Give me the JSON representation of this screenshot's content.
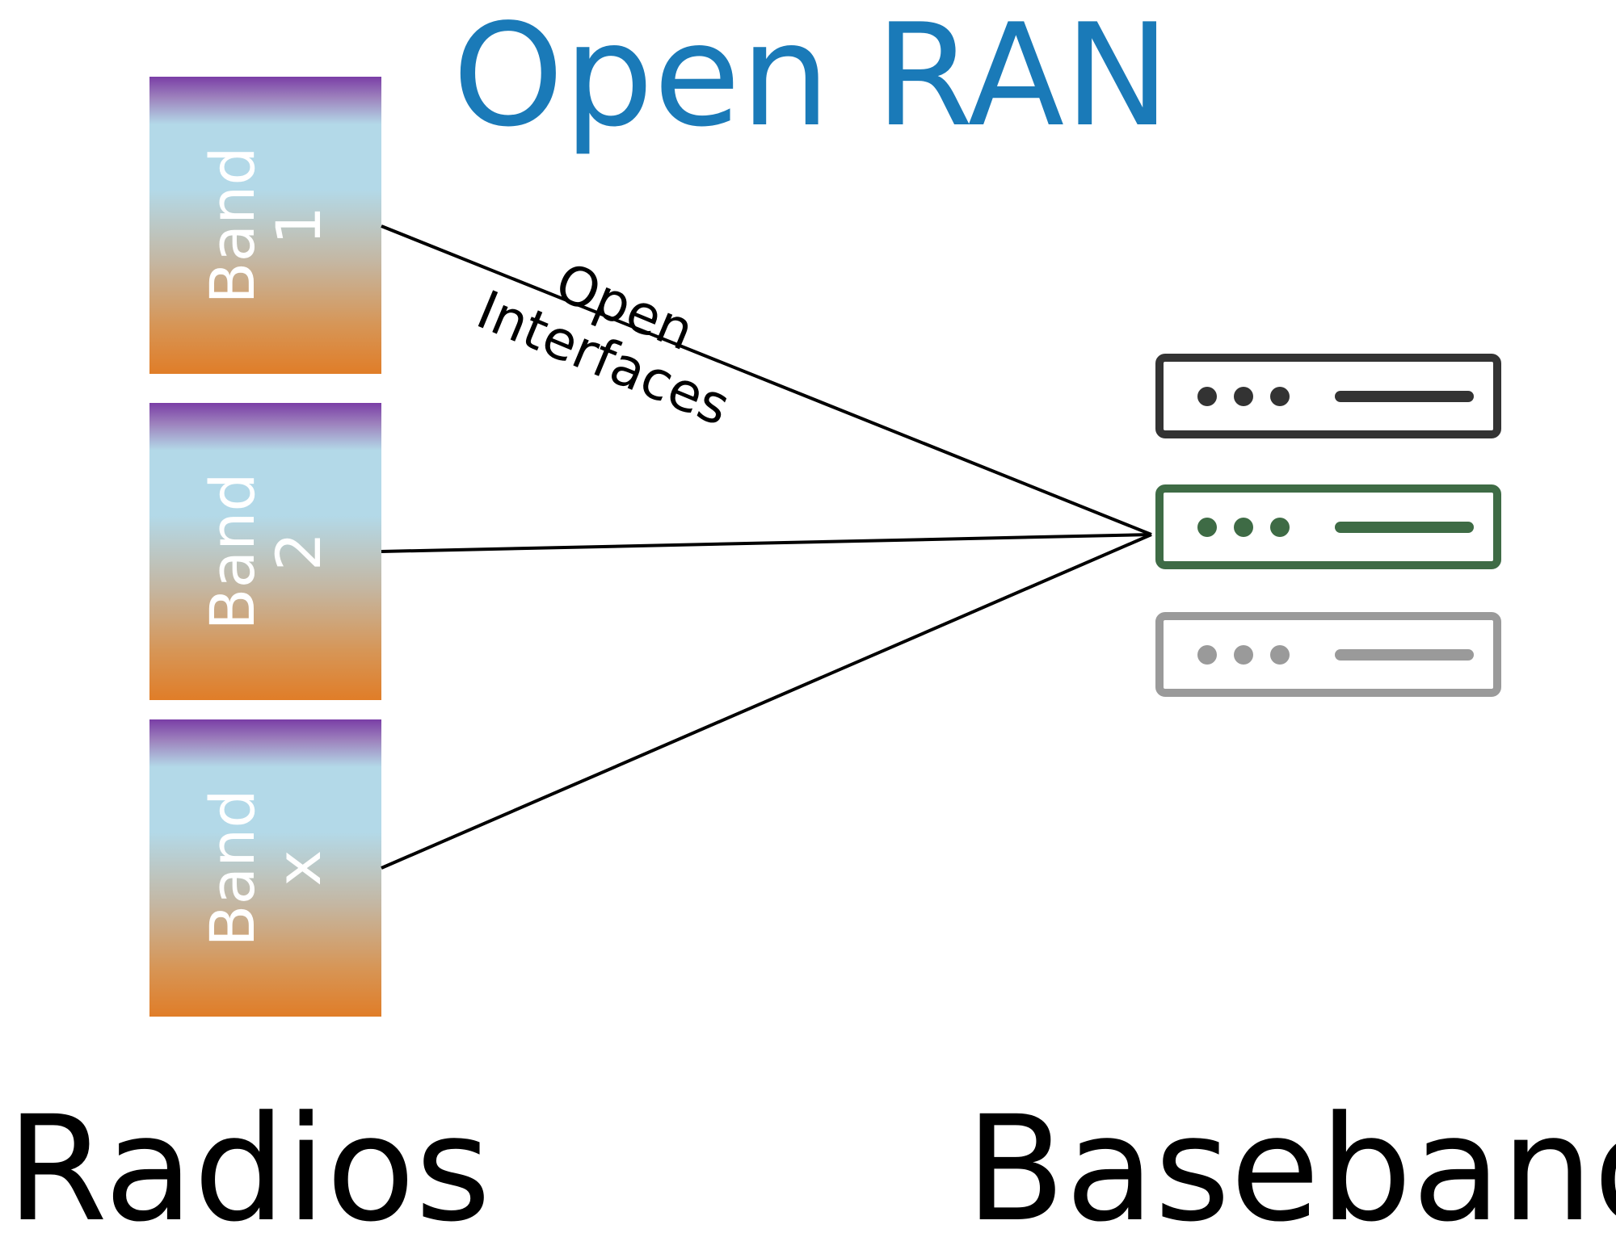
{
  "title": "Open RAN",
  "radios": [
    {
      "line1": "Band",
      "line2": "1"
    },
    {
      "line1": "Band",
      "line2": "2"
    },
    {
      "line1": "Band",
      "line2": "x"
    }
  ],
  "interface_label": {
    "line1": "Open",
    "line2": "Interfaces"
  },
  "servers": [
    {
      "color": "#333333"
    },
    {
      "color": "#3e6b45"
    },
    {
      "color": "#9a9a9a"
    }
  ],
  "labels": {
    "radios": "Radios",
    "baseband": "Baseband"
  },
  "colors": {
    "title": "#1a7ab8",
    "band_top": "#7a3ea6",
    "band_middle": "#b3d9e8",
    "band_bottom": "#e07d28"
  }
}
